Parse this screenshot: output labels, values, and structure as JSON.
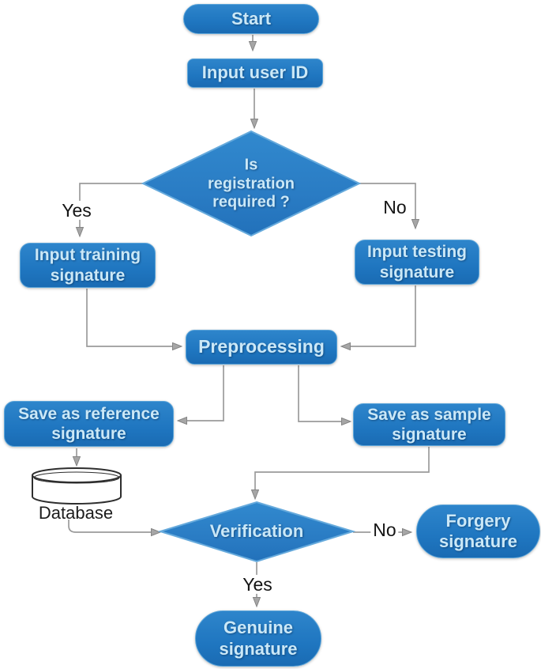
{
  "diagram": {
    "type": "flowchart",
    "subject": "signature verification process",
    "colors": {
      "node_fill": "#1f76c0",
      "node_fill_light": "#2e85cb",
      "node_border": "#5aa4d9",
      "node_text": "#cbe8f7",
      "decision_fill": "#2a7cc4",
      "decision_fill_light": "#3189ce",
      "line": "#9b9b9b",
      "arrow": "#a6a6a6",
      "label_text": "#141414",
      "db_outline": "#2e2e2e",
      "background": "#ffffff"
    },
    "nodes": {
      "start": {
        "type": "terminator",
        "label": "Start"
      },
      "input_user_id": {
        "type": "process",
        "label": "Input user ID"
      },
      "registration_decision": {
        "type": "decision",
        "label": "Is\nregistration\nrequired ?"
      },
      "input_training": {
        "type": "process",
        "label": "Input training\nsignature"
      },
      "input_testing": {
        "type": "process",
        "label": "Input testing\nsignature"
      },
      "preprocessing": {
        "type": "process",
        "label": "Preprocessing"
      },
      "save_reference": {
        "type": "process",
        "label": "Save as reference\nsignature"
      },
      "save_sample": {
        "type": "process",
        "label": "Save as sample\nsignature"
      },
      "database": {
        "type": "datastore",
        "label": "Database"
      },
      "verification": {
        "type": "decision",
        "label": "Verification"
      },
      "forgery": {
        "type": "terminator",
        "label": "Forgery\nsignature"
      },
      "genuine": {
        "type": "terminator",
        "label": "Genuine\nsignature"
      }
    },
    "edges": [
      {
        "from": "start",
        "to": "input_user_id",
        "label": ""
      },
      {
        "from": "input_user_id",
        "to": "registration_decision",
        "label": ""
      },
      {
        "from": "registration_decision",
        "to": "input_training",
        "label": "Yes"
      },
      {
        "from": "registration_decision",
        "to": "input_testing",
        "label": "No"
      },
      {
        "from": "input_training",
        "to": "preprocessing",
        "label": ""
      },
      {
        "from": "input_testing",
        "to": "preprocessing",
        "label": ""
      },
      {
        "from": "preprocessing",
        "to": "save_reference",
        "label": ""
      },
      {
        "from": "preprocessing",
        "to": "save_sample",
        "label": ""
      },
      {
        "from": "save_reference",
        "to": "database",
        "label": ""
      },
      {
        "from": "database",
        "to": "verification",
        "label": ""
      },
      {
        "from": "save_sample",
        "to": "verification",
        "label": ""
      },
      {
        "from": "verification",
        "to": "forgery",
        "label": "No"
      },
      {
        "from": "verification",
        "to": "genuine",
        "label": "Yes"
      }
    ]
  }
}
